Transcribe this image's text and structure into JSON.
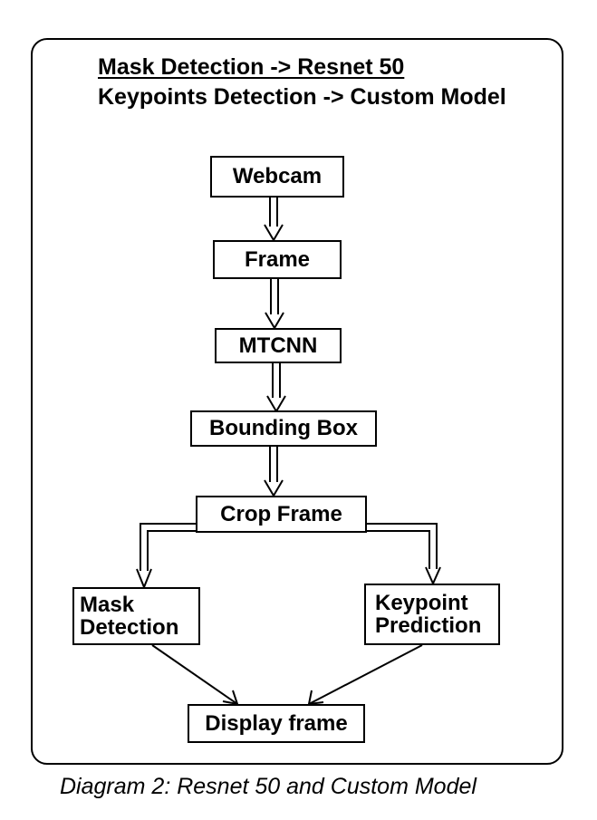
{
  "header": {
    "line1": "Mask Detection -> Resnet 50",
    "line2": "Keypoints Detection -> Custom Model"
  },
  "nodes": {
    "webcam": "Webcam",
    "frame": "Frame",
    "mtcnn": "MTCNN",
    "bounding_box": "Bounding Box",
    "crop_frame": "Crop Frame",
    "mask_detection": [
      "Mask",
      "Detection"
    ],
    "keypoint_prediction": [
      "Keypoint",
      "Prediction"
    ],
    "display_frame": "Display frame"
  },
  "caption": "Diagram 2: Resnet 50 and Custom Model",
  "colors": {
    "stroke": "#000000",
    "background": "#ffffff"
  }
}
